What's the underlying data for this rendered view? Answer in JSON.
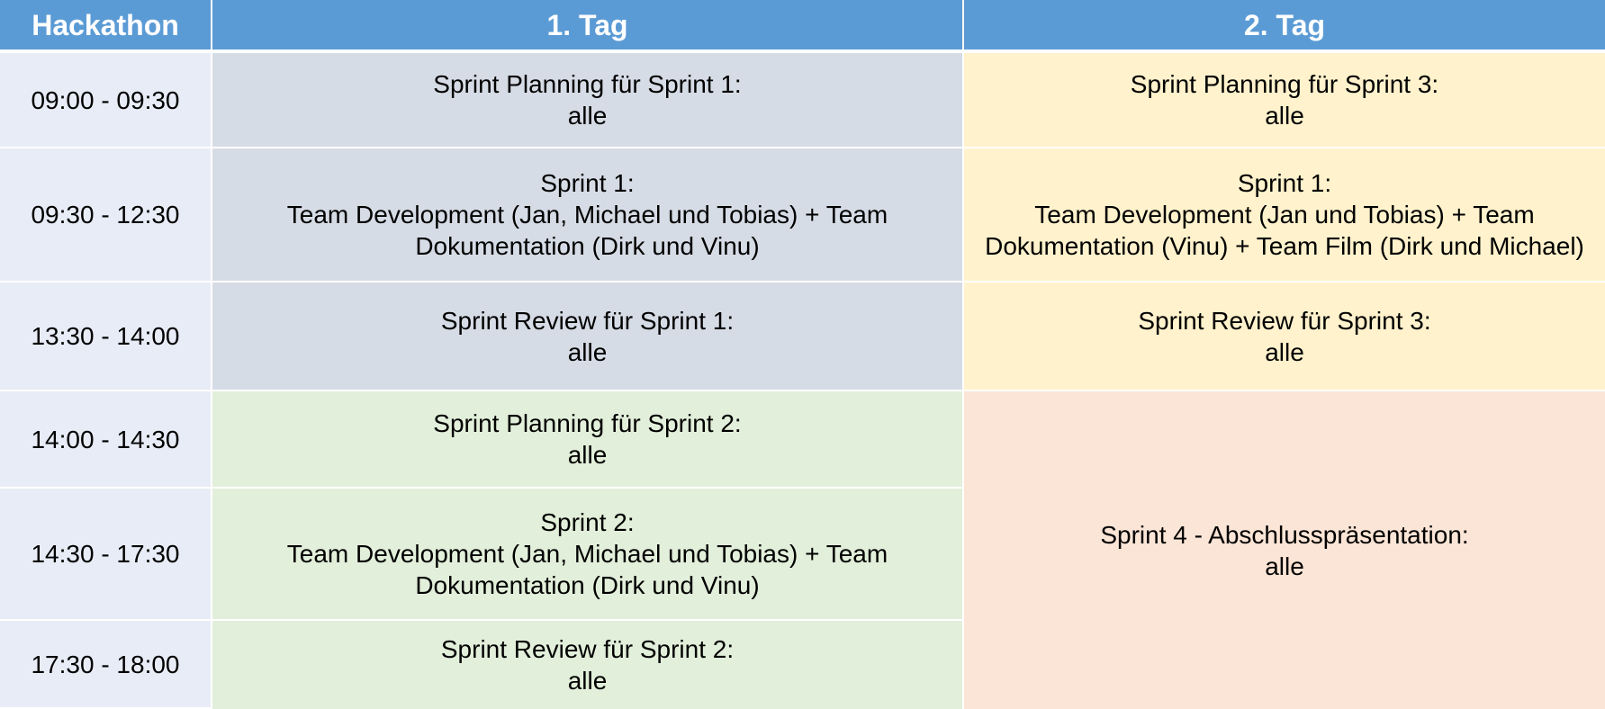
{
  "colors": {
    "header": "#5b9bd5",
    "time_column": "#e8ecf6",
    "day1_morning": "#d6dce5",
    "day1_afternoon": "#e2efda",
    "day2_morning": "#fff2cc",
    "day2_afternoon": "#fbe5d6"
  },
  "header": {
    "corner": "Hackathon",
    "day1": "1. Tag",
    "day2": "2. Tag"
  },
  "times": [
    "09:00 - 09:30",
    "09:30 - 12:30",
    "13:30 - 14:00",
    "14:00 - 14:30",
    "14:30 - 17:30",
    "17:30 - 18:00"
  ],
  "day1": [
    {
      "lines": [
        "Sprint Planning für Sprint 1:",
        "alle"
      ]
    },
    {
      "lines": [
        "Sprint 1:",
        "Team Development (Jan, Michael und Tobias) + Team",
        "Dokumentation (Dirk und Vinu)"
      ]
    },
    {
      "lines": [
        "Sprint Review für Sprint 1:",
        "alle"
      ]
    },
    {
      "lines": [
        "Sprint Planning für Sprint 2:",
        "alle"
      ]
    },
    {
      "lines": [
        "Sprint 2:",
        "Team Development (Jan, Michael und Tobias) + Team",
        "Dokumentation (Dirk und Vinu)"
      ]
    },
    {
      "lines": [
        "Sprint Review für Sprint 2:",
        "alle"
      ]
    }
  ],
  "day2": [
    {
      "lines": [
        "Sprint Planning für Sprint 3:",
        "alle"
      ]
    },
    {
      "lines": [
        "Sprint 1:",
        "Team Development (Jan und Tobias) + Team",
        "Dokumentation (Vinu) + Team Film (Dirk und Michael)"
      ]
    },
    {
      "lines": [
        "Sprint Review für Sprint 3:",
        "alle"
      ]
    },
    {
      "lines": [
        "Sprint 4 - Abschlusspräsentation:",
        "alle"
      ]
    }
  ]
}
